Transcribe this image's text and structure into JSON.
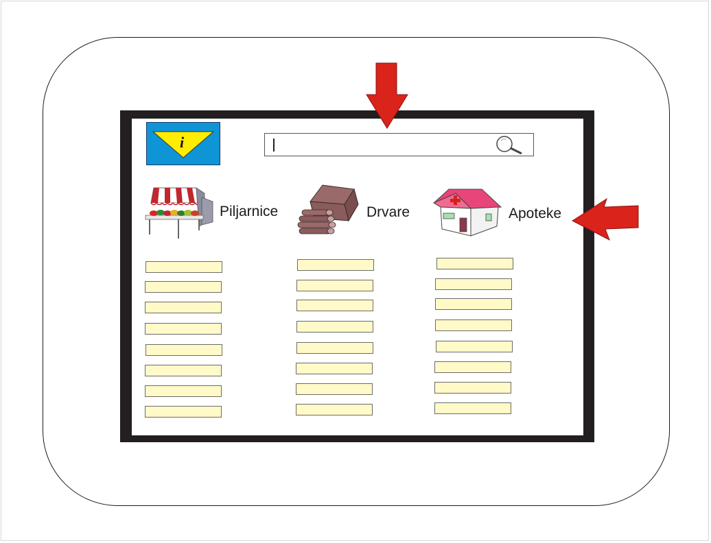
{
  "search": {
    "value": "",
    "placeholder": ""
  },
  "categories": [
    {
      "label": "Piljarnice",
      "icon": "market-stall-icon"
    },
    {
      "label": "Drvare",
      "icon": "firewood-icon"
    },
    {
      "label": "Apoteke",
      "icon": "pharmacy-icon"
    }
  ],
  "logo": {
    "icon": "info-icon",
    "text": "i"
  },
  "colors": {
    "slot_fill": "#fffac8",
    "arrow": "#d9231b",
    "logo_bg": "#0f95d6",
    "logo_triangle": "#ffed00",
    "screen_border": "#231f20"
  }
}
